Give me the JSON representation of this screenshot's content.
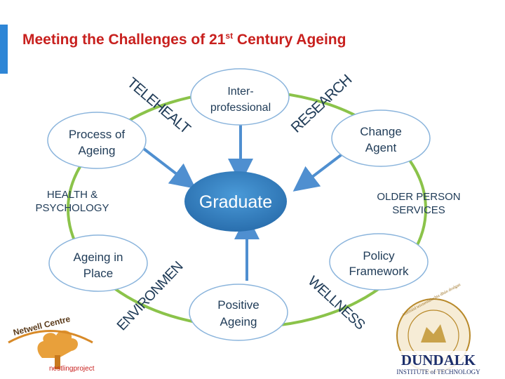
{
  "title": {
    "main": "Meeting the Challenges of 21",
    "superscript": "st",
    "suffix": " Century Ageing"
  },
  "center": {
    "label": "Graduate"
  },
  "nodes": [
    {
      "id": "interprofessional",
      "lines": [
        "Inter-",
        "professional"
      ]
    },
    {
      "id": "process-of-ageing",
      "lines": [
        "Process of",
        "Ageing"
      ]
    },
    {
      "id": "change-agent",
      "lines": [
        "Change",
        "Agent"
      ]
    },
    {
      "id": "ageing-in-place",
      "lines": [
        "Ageing in",
        "Place"
      ]
    },
    {
      "id": "policy-framework",
      "lines": [
        "Policy",
        "Framework"
      ]
    },
    {
      "id": "positive-ageing",
      "lines": [
        "Positive",
        "Ageing"
      ]
    }
  ],
  "side_labels": {
    "health_psychology": [
      "HEALTH &",
      "PSYCHOLOGY"
    ],
    "older_person_services": [
      "OLDER PERSON",
      "SERVICES"
    ]
  },
  "arc_words": {
    "telehealth": "TELEHEALTH",
    "research": "RESEARCH",
    "environment": "ENVIRONMENT",
    "wellness": "WELLNESS"
  },
  "logos": {
    "netwell": {
      "line1": "Netwell Centre",
      "line2": "nestlingproject"
    },
    "dundalk": {
      "name": "DUNDALK",
      "subtitle": "INSTITUTE of TECHNOLOGY",
      "seal_text": "institiúid teicneolaíochta dhún dealgan"
    }
  },
  "colors": {
    "title_red": "#c8201e",
    "accent_blue": "#2e86d6",
    "hub_blue": "#2f7fc0",
    "arrow_blue": "#4f8fd0",
    "ring_green": "#8bc34a",
    "text_navy": "#1f3b57",
    "netwell_orange": "#e8a03b",
    "dundalk_navy": "#1d2f6b",
    "seal_gold": "#b8892a"
  }
}
